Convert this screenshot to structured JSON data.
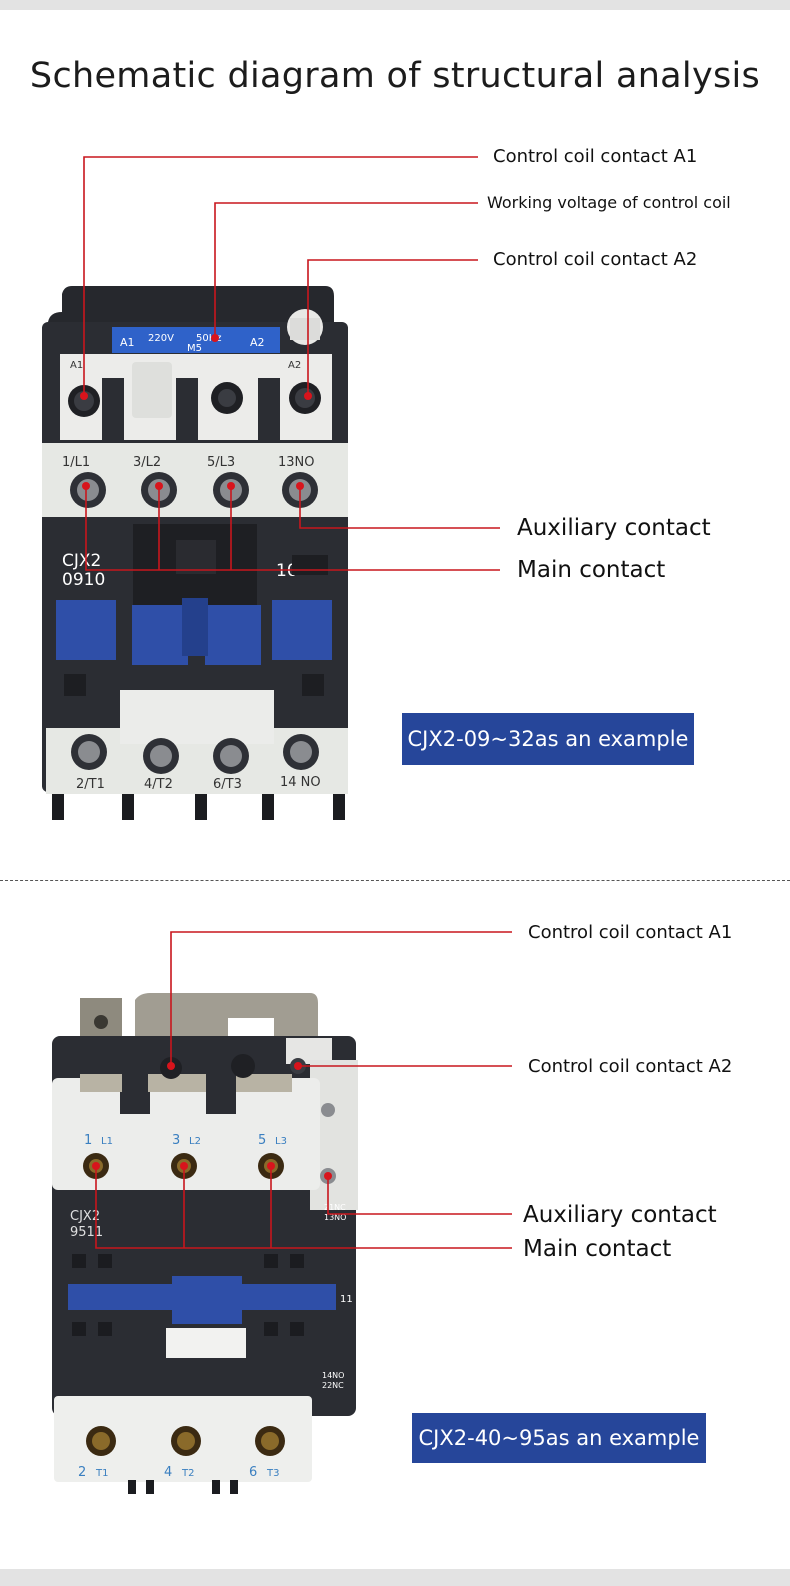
{
  "title": "Schematic diagram of structural analysis",
  "section1": {
    "labels": {
      "a1": "Control coil contact A1",
      "voltage": "Working voltage of control coil",
      "a2": "Control coil contact A2",
      "aux": "Auxiliary contact",
      "main": "Main contact"
    },
    "coil_plate": {
      "left": "A1",
      "voltage": "220V",
      "freq": "50Hz",
      "code": "M5",
      "right": "A2"
    },
    "coil_terms": [
      "A1",
      "A2"
    ],
    "top_terminals": [
      "1/L1",
      "3/L2",
      "5/L3",
      "13NO"
    ],
    "model": [
      "CJX2",
      "0910"
    ],
    "aux_code": "10",
    "bottom_terminals": [
      "2/T1",
      "4/T2",
      "6/T3",
      "14 NO"
    ],
    "example": "CJX2-09~32as an example"
  },
  "section2": {
    "labels": {
      "a1": "Control coil contact A1",
      "a2": "Control coil contact A2",
      "aux": "Auxiliary contact",
      "main": "Main contact"
    },
    "top_terminals": [
      {
        "num": "1",
        "code": "L1"
      },
      {
        "num": "3",
        "code": "L2"
      },
      {
        "num": "5",
        "code": "L3"
      }
    ],
    "model": [
      "CJX2",
      "9511"
    ],
    "aux_top": [
      "21NC",
      "13NO"
    ],
    "aux_code": "11",
    "aux_bottom": [
      "14NO",
      "22NC"
    ],
    "bottom_terminals": [
      {
        "num": "2",
        "code": "T1"
      },
      {
        "num": "4",
        "code": "T2"
      },
      {
        "num": "6",
        "code": "T3"
      }
    ],
    "example": "CJX2-40~95as an example"
  },
  "colors": {
    "leader": "#c8161d",
    "badge": "#26469a",
    "device_dark": "#2b2d33",
    "device_light": "#e9ebe7",
    "device_blue": "#2f4fa8"
  }
}
